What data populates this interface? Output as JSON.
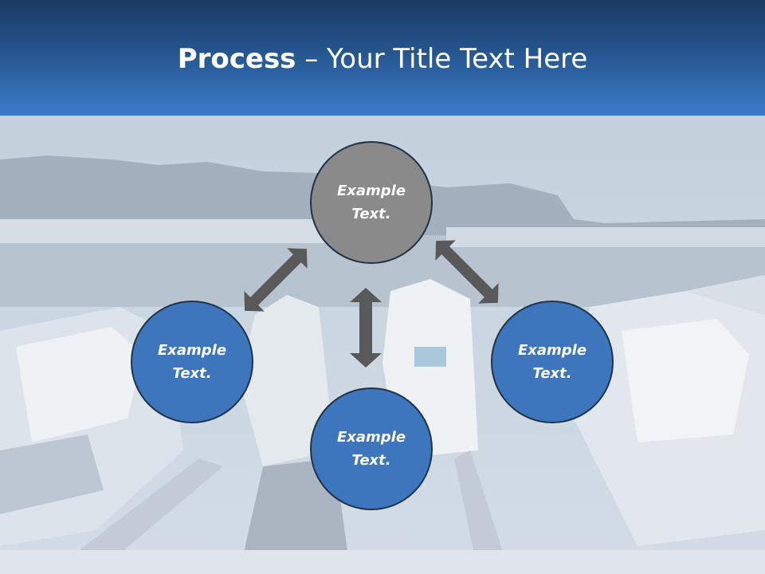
{
  "slide": {
    "title_bold": "Process",
    "title_rest": " – Your Title Text Here"
  },
  "nodes": {
    "top": {
      "line1": "Example",
      "line2": "Text."
    },
    "left": {
      "line1": "Example",
      "line2": "Text."
    },
    "right": {
      "line1": "Example",
      "line2": "Text."
    },
    "bottom": {
      "line1": "Example",
      "line2": "Text."
    }
  },
  "colors": {
    "header_dark": "#1a3a63",
    "header_light": "#3a7bc8",
    "node_top": "#8a8a8a",
    "node_blue": "#3d76bd",
    "arrow": "#595959"
  },
  "background_image": "harbor-with-yachts-photo"
}
